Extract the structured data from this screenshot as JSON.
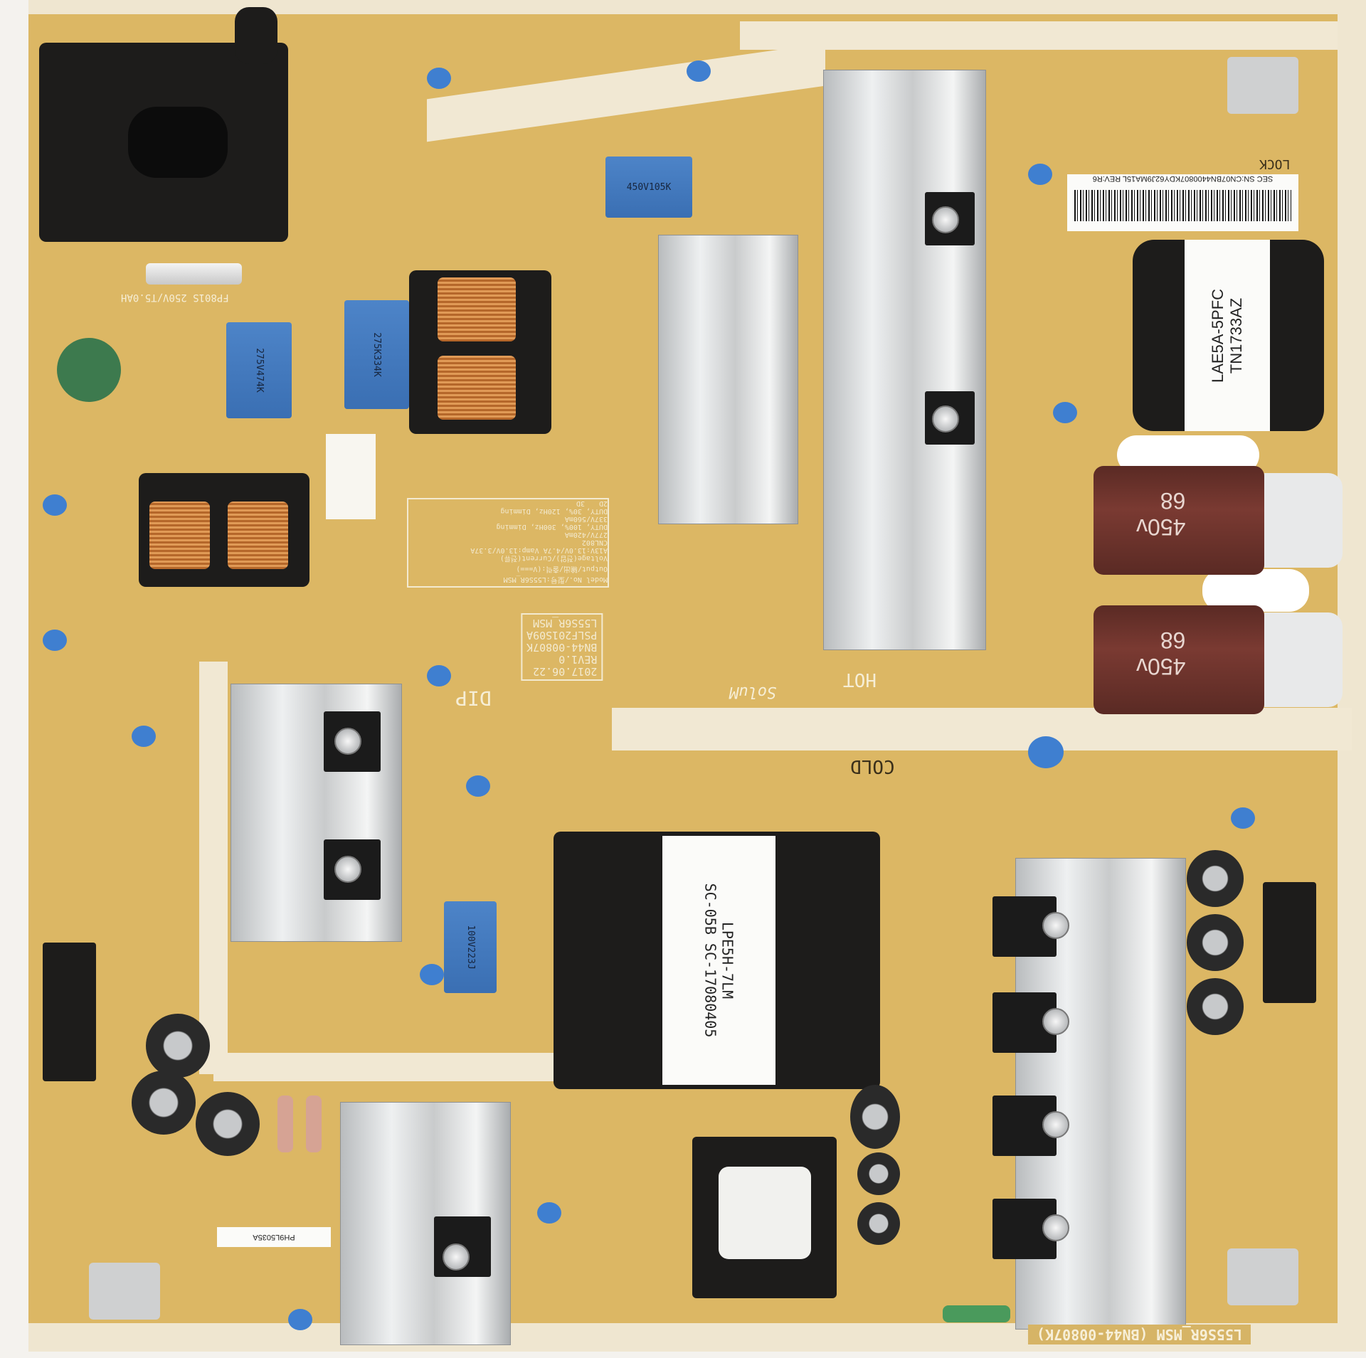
{
  "board": {
    "bottom_label": "L55S6R_MSM (BN44-00807K)",
    "model_block": [
      "L55S6R_MSM",
      "PSLF201S09A",
      "BN44-00807K",
      "REV1.0",
      "2017.06.22"
    ],
    "spec_table": [
      "Model No./型号:L55S6R_MSM",
      "Output/输出/출력:(V===)",
      "Voltage(전압)/Current(전류)",
      "A13V:13.0V/4.7A   Vamp:13.0V/3.37A",
      "CNL802",
      "277V/420mA",
      "DUTY, 100%, 300Hz, Dimming",
      "337V/560mA",
      "DUTY, 30%, 120Hz, Dimming"
    ],
    "spec_row_tags": [
      "2D",
      "3D"
    ],
    "zones": {
      "hot": "HOT",
      "cold": "COLD",
      "dip": "DIP",
      "lock": "LOCK",
      "brand": "SoluM"
    },
    "fuse_label": "FP801S 250V/T5.0AH"
  },
  "sticker": {
    "barcode_text": "SEC SN:CN07BN4400807KDY62J9MA15L REV:R6"
  },
  "components": {
    "pfc_inductor": {
      "line1": "LAE5A-5PFC",
      "line2": "TN1733AZ"
    },
    "main_transformer": {
      "line1": "LPE5H-7LM",
      "line2": "SC-05B SC-17080405"
    },
    "bulk_cap_1": {
      "capacitance": "68",
      "voltage": "450v"
    },
    "bulk_cap_2": {
      "capacitance": "68",
      "voltage": "450v"
    },
    "film_cap_x1": "450V105K",
    "film_cap_x2": "275V474K",
    "film_cap_x3": "275K334K",
    "film_cap_x4": "100V223J",
    "small_label": "PH9L5035A"
  }
}
